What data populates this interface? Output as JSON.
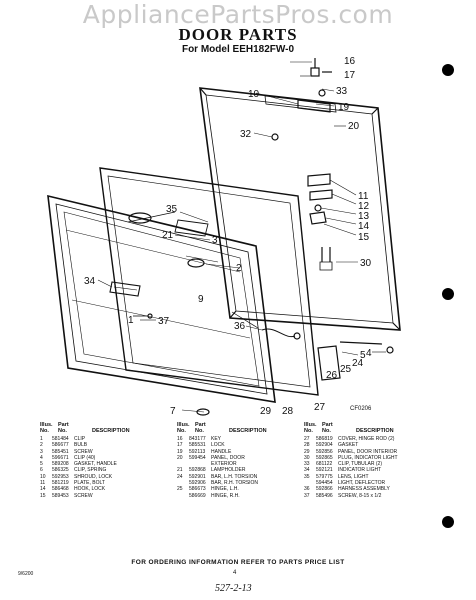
{
  "watermark": "AppliancePartsPros.com",
  "header": {
    "title": "DOOR PARTS",
    "model": "For Model EEH182FW-0"
  },
  "diagram": {
    "callouts": [
      "16",
      "17",
      "33",
      "10",
      "19",
      "32",
      "20",
      "11",
      "12",
      "13",
      "14",
      "15",
      "35",
      "21",
      "3",
      "2",
      "30",
      "34",
      "1",
      "37",
      "36",
      "5",
      "4",
      "25",
      "24",
      "26",
      "27",
      "28",
      "29",
      "7",
      "9"
    ],
    "fig_code": "CF0206"
  },
  "table_headers": {
    "illus": "Illus.",
    "part": "Part",
    "no": "No.",
    "no2": "No.",
    "description": "DESCRIPTION"
  },
  "parts": [
    [
      [
        "1",
        "581484",
        "CLIP"
      ],
      [
        "2",
        "586677",
        "BULB"
      ],
      [
        "3",
        "585451",
        "SCREW"
      ],
      [
        "4",
        "596671",
        "CLIP (40)"
      ],
      [
        "5",
        "589208",
        "GASKET, HANDLE"
      ],
      [
        "6",
        "586325",
        "CLIP, SPRING"
      ],
      [
        "10",
        "592953",
        "SHROUD, LOCK"
      ],
      [
        "11",
        "581219",
        "PLATE, BOLT"
      ],
      [
        "14",
        "586468",
        "HOOK, LOCK"
      ],
      [
        "15",
        "589453",
        "SCREW"
      ]
    ],
    [
      [
        "16",
        "843177",
        "KEY"
      ],
      [
        "17",
        "585531",
        "LOCK"
      ],
      [
        "19",
        "592113",
        "HANDLE"
      ],
      [
        "20",
        "599454",
        "PANEL, DOOR"
      ],
      [
        "",
        "",
        "EXTERIOR"
      ],
      [
        "21",
        "592868",
        "LAMPHOLDER"
      ],
      [
        "24",
        "592901",
        "BAR, L.H. TORSION"
      ],
      [
        "",
        "592906",
        "BAR, R.H. TORSION"
      ],
      [
        "25",
        "586673",
        "HINGE, L.H."
      ],
      [
        "",
        "586669",
        "HINGE, R.H."
      ]
    ],
    [
      [
        "27",
        "586819",
        "COVER, HINGE ROD (2)"
      ],
      [
        "28",
        "592904",
        "GASKET"
      ],
      [
        "29",
        "592856",
        "PANEL, DOOR INTERIOR"
      ],
      [
        "30",
        "592865",
        "PLUG, INDICATOR LIGHT"
      ],
      [
        "33",
        "681122",
        "CLIP, TUBULAR (2)"
      ],
      [
        "34",
        "592121",
        "INDICATOR LIGHT"
      ],
      [
        "35",
        "579775",
        "LENS, LIGHT"
      ],
      [
        "",
        "594454",
        "LIGHT, DEFLECTOR"
      ],
      [
        "36",
        "592866",
        "HARNESS ASSEMBLY"
      ],
      [
        "37",
        "585496",
        "SCREW, 8-15 x 1/2"
      ]
    ]
  ],
  "footer": {
    "ordering": "FOR ORDERING INFORMATION REFER TO PARTS PRICE LIST",
    "page_number": "4",
    "left_code": "9/6200",
    "handwritten": "527-2-13"
  }
}
